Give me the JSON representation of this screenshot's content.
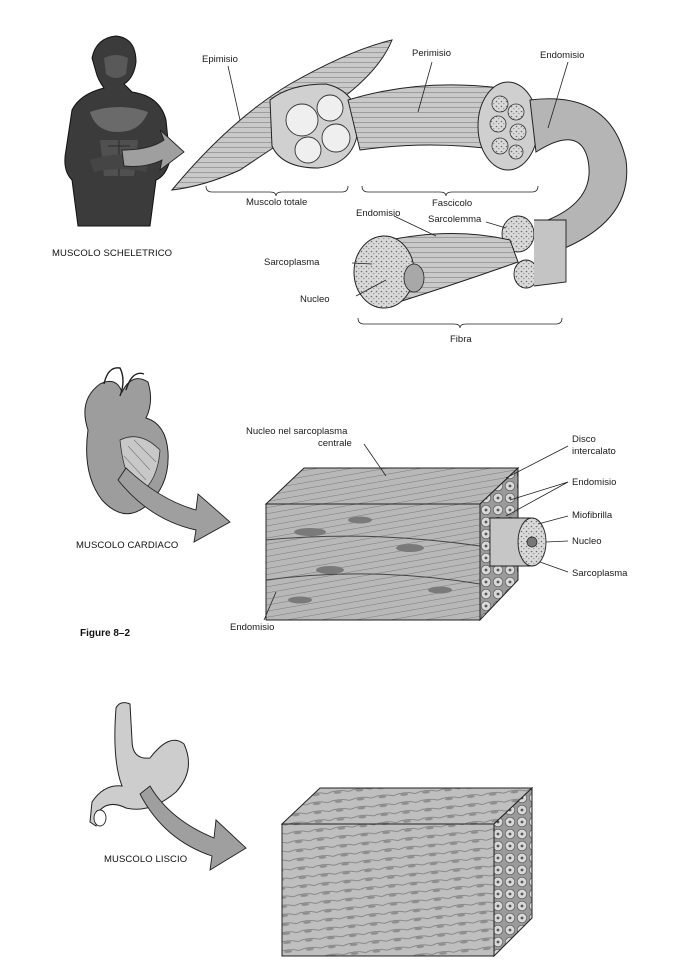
{
  "skeletal": {
    "caption": "MUSCOLO SCHELETRICO",
    "labels": {
      "epimisio": "Epimisio",
      "perimisio": "Perimisio",
      "endomisio_top": "Endomisio",
      "muscolo_totale": "Muscolo totale",
      "fascicolo": "Fascicolo",
      "endomisio_mid": "Endomisio",
      "sarcolemma": "Sarcolemma",
      "sarcoplasma": "Sarcoplasma",
      "nucleo": "Nucleo",
      "fibra": "Fibra"
    }
  },
  "cardiac": {
    "caption": "MUSCOLO CARDIACO",
    "labels": {
      "nucleo_sarcoplasma_1": "Nucleo nel sarcoplasma",
      "nucleo_sarcoplasma_2": "centrale",
      "disco_1": "Disco",
      "disco_2": "intercalato",
      "endomisio_right": "Endomisio",
      "miofibrilla": "Miofibrilla",
      "nucleo": "Nucleo",
      "sarcoplasma": "Sarcoplasma",
      "endomisio_left": "Endomisio"
    }
  },
  "figure_label": "Figure 8–2",
  "smooth": {
    "caption": "MUSCOLO LISCIO"
  }
}
